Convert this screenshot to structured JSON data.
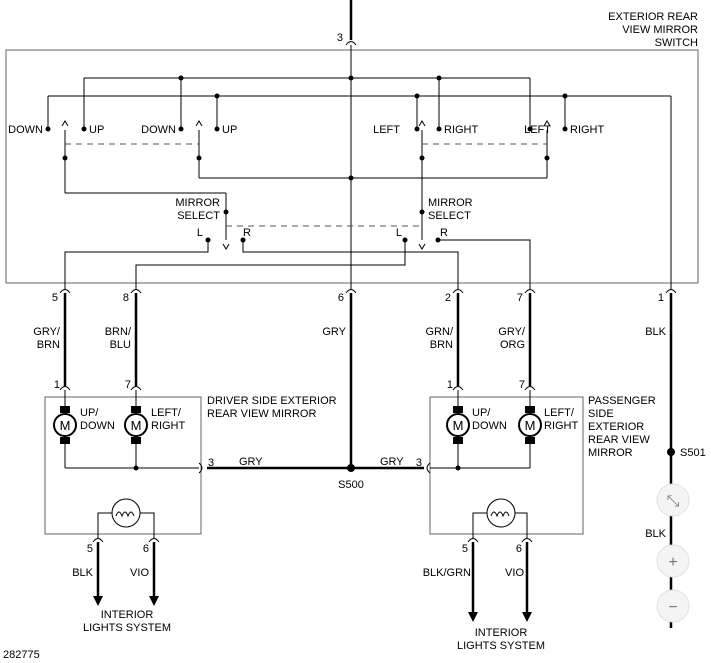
{
  "switch": {
    "title_lines": [
      "EXTERIOR REAR",
      "VIEW MIRROR",
      "SWITCH"
    ],
    "pin_top": "3",
    "labels": {
      "down1": "DOWN",
      "up1": "UP",
      "down2": "DOWN",
      "up2": "UP",
      "left1": "LEFT",
      "right1": "RIGHT",
      "left2": "LEFT",
      "right2": "RIGHT",
      "mirror_select_l1": "MIRROR",
      "mirror_select_l2": "SELECT",
      "mirror_select_r1": "MIRROR",
      "mirror_select_r2": "SELECT",
      "sel_l_left": "L",
      "sel_l_right": "R",
      "sel_r_left": "L",
      "sel_r_right": "R"
    },
    "pins": [
      "5",
      "8",
      "6",
      "2",
      "7",
      "1"
    ]
  },
  "wires": {
    "w5": [
      "GRY/",
      "BRN"
    ],
    "w8": [
      "BRN/",
      "BLU"
    ],
    "w6": "GRY",
    "w2": [
      "GRN/",
      "BRN"
    ],
    "w7": [
      "GRY/",
      "ORG"
    ],
    "w1": "BLK"
  },
  "driver_mirror": {
    "title_lines": [
      "DRIVER SIDE EXTERIOR",
      "REAR VIEW MIRROR"
    ],
    "pin1": "1",
    "pin7": "7",
    "pin3": "3",
    "pin5": "5",
    "pin6": "6",
    "motor1": [
      "UP/",
      "DOWN"
    ],
    "motor2": [
      "LEFT/",
      "RIGHT"
    ],
    "motor_symbol": "M",
    "wire3": "GRY",
    "wire5": "BLK",
    "wire6": "VIO",
    "dest": [
      "INTERIOR",
      "LIGHTS SYSTEM"
    ]
  },
  "passenger_mirror": {
    "title_lines": [
      "PASSENGER",
      "SIDE",
      "EXTERIOR",
      "REAR VIEW",
      "MIRROR"
    ],
    "pin1": "1",
    "pin7": "7",
    "pin3": "3",
    "pin5": "5",
    "pin6": "6",
    "motor1": [
      "UP/",
      "DOWN"
    ],
    "motor2": [
      "LEFT/",
      "RIGHT"
    ],
    "motor_symbol": "M",
    "wire3": "GRY",
    "wire5": "BLK/GRN",
    "wire6": "VIO",
    "dest": [
      "INTERIOR",
      "LIGHTS SYSTEM"
    ]
  },
  "splices": {
    "s500": "S500",
    "s501": "S501"
  },
  "figure_id": "282775",
  "zoom": {
    "fit": "⤡",
    "plus": "+",
    "minus": "−"
  }
}
